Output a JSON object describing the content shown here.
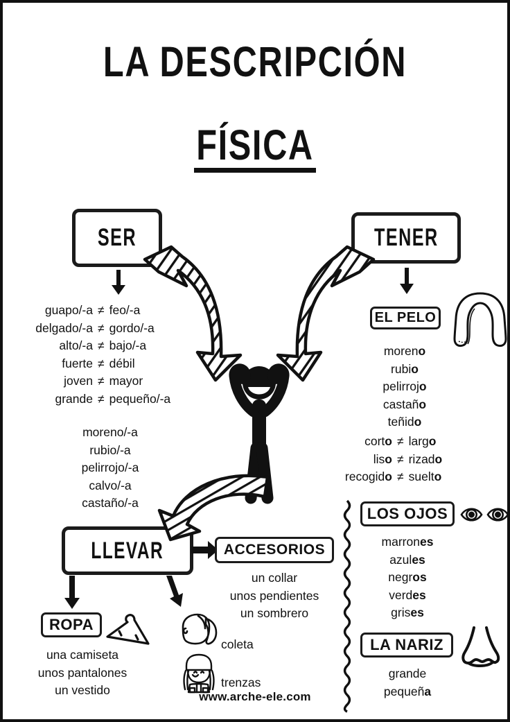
{
  "title": {
    "line1": "LA DESCRIPCIÓN",
    "line2": "FÍSICA"
  },
  "verbs": {
    "ser": "SER",
    "tener": "TENER",
    "llevar": "LLEVAR"
  },
  "categories": {
    "el_pelo": "EL PELO",
    "los_ojos": "LOS OJOS",
    "la_nariz": "LA NARIZ",
    "ropa": "ROPA",
    "accesorios": "ACCESORIOS"
  },
  "ser_pairs": [
    {
      "left": "guapo/-a",
      "op": "≠",
      "right": "feo/-a"
    },
    {
      "left": "delgado/-a",
      "op": "≠",
      "right": "gordo/-a"
    },
    {
      "left": "alto/-a",
      "op": "≠",
      "right": "bajo/-a"
    },
    {
      "left": "fuerte",
      "op": "≠",
      "right": "débil"
    },
    {
      "left": "joven",
      "op": "≠",
      "right": "mayor"
    },
    {
      "left": "grande",
      "op": "≠",
      "right": "pequeño/-a"
    }
  ],
  "ser_colors": [
    "moreno/-a",
    "rubio/-a",
    "pelirrojo/-a",
    "calvo/-a",
    "castaño/-a"
  ],
  "pelo_words": [
    {
      "stem": "moren",
      "end": "o"
    },
    {
      "stem": "rubi",
      "end": "o"
    },
    {
      "stem": "pelirroj",
      "end": "o"
    },
    {
      "stem": "castañ",
      "end": "o"
    },
    {
      "stem": "teñid",
      "end": "o"
    }
  ],
  "pelo_pairs": [
    {
      "left_stem": "cort",
      "left_end": "o",
      "op": "≠",
      "right_stem": "larg",
      "right_end": "o"
    },
    {
      "left_stem": "lis",
      "left_end": "o",
      "op": "≠",
      "right_stem": "rizad",
      "right_end": "o"
    },
    {
      "left_stem": "recogid",
      "left_end": "o",
      "op": "≠",
      "right_stem": "suelt",
      "right_end": "o"
    }
  ],
  "ojos_words": [
    {
      "stem": "marron",
      "end": "es"
    },
    {
      "stem": "azul",
      "end": "es"
    },
    {
      "stem": "negr",
      "end": "os"
    },
    {
      "stem": "verd",
      "end": "es"
    },
    {
      "stem": "gris",
      "end": "es"
    }
  ],
  "nariz_words": [
    {
      "stem": "grande",
      "end": ""
    },
    {
      "stem": "pequeñ",
      "end": "a"
    }
  ],
  "ropa_words": [
    "una camiseta",
    "unos pantalones",
    "un vestido"
  ],
  "accesorios_words": [
    "un collar",
    "unos pendientes",
    "un sombrero"
  ],
  "peinados": [
    "coleta",
    "trenzas"
  ],
  "footer": "www.arche-ele.com",
  "icons": {
    "hair": "hair-wig-icon",
    "eyes": "eyes-icon",
    "nose": "nose-icon",
    "hanger": "clothes-hanger-icon",
    "ponytail": "girl-ponytail-icon",
    "braids": "girl-braids-icon",
    "person": "stick-figure-icon"
  },
  "colors": {
    "ink": "#111111",
    "paper": "#ffffff"
  }
}
